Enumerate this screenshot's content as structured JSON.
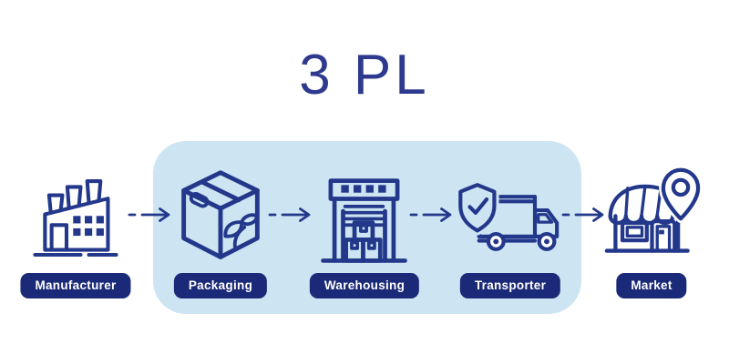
{
  "title": "3 PL",
  "stages": [
    {
      "label": "Manufacturer",
      "icon": "factory-icon",
      "inside_3pl_scope": false
    },
    {
      "label": "Packaging",
      "icon": "eco-box-icon",
      "inside_3pl_scope": true
    },
    {
      "label": "Warehousing",
      "icon": "warehouse-icon",
      "inside_3pl_scope": true
    },
    {
      "label": "Transporter",
      "icon": "secure-truck-icon",
      "inside_3pl_scope": true
    },
    {
      "label": "Market",
      "icon": "storefront-pin-icon",
      "inside_3pl_scope": false
    }
  ],
  "scope_panel": {
    "contains": [
      "Packaging",
      "Warehousing",
      "Transporter"
    ]
  },
  "flow_arrows": {
    "count": 4,
    "style": "dash-then-arrow-right"
  },
  "colors": {
    "background": "#ffffff",
    "scope_panel": "#cde5f2",
    "pill": "#1b2a78",
    "pill_text": "#ffffff",
    "icon_stroke": "#23388b",
    "title_text": "#2d3a8e"
  }
}
